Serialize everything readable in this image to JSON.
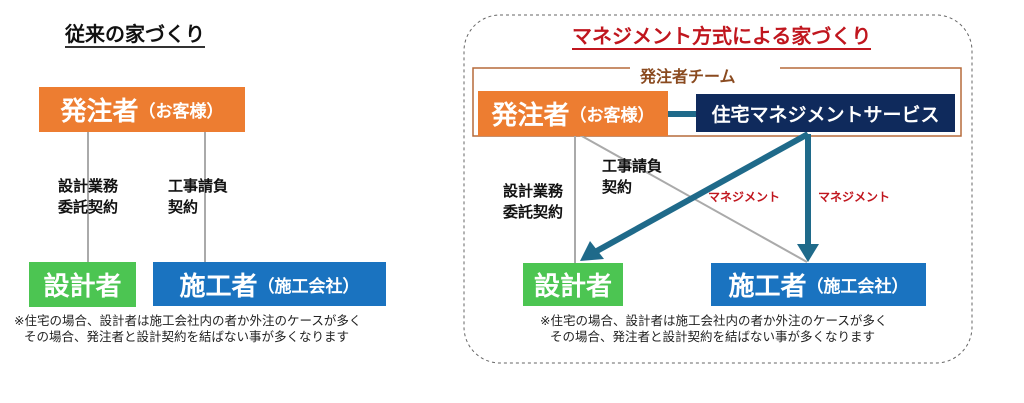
{
  "traditional": {
    "title": "従来の家づくり",
    "client_main": "発注者",
    "client_sub": "（お客様）",
    "design_contract": [
      "設計業務",
      "委託契約"
    ],
    "construction_contract": [
      "工事請負",
      "契約"
    ],
    "designer": "設計者",
    "builder_main": "施工者",
    "builder_sub": "（施工会社）",
    "note": [
      "※住宅の場合、設計者は施工会社内の者か外注のケースが多く",
      "その場合、発注者と設計契約を結ばない事が多くなります"
    ]
  },
  "management": {
    "title": "マネジメント方式による家づくり",
    "team_label": "発注者チーム",
    "client_main": "発注者",
    "client_sub": "（お客様）",
    "service": "住宅マネジメントサービス",
    "construction_contract": [
      "工事請負",
      "契約"
    ],
    "design_contract": [
      "設計業務",
      "委託契約"
    ],
    "management_label_1": "マネジメント",
    "management_label_2": "マネジメント",
    "designer": "設計者",
    "builder_main": "施工者",
    "builder_sub": "（施工会社）",
    "note": [
      "※住宅の場合、設計者は施工会社内の者か外注のケースが多く",
      "その場合、発注者と設計契約を結ばない事が多くなります"
    ]
  },
  "colors": {
    "client": "#ED7D31",
    "designer": "#4CC552",
    "builder": "#1A73C0",
    "service": "#0F2A5C",
    "arrow": "#1F6A8A",
    "title_red": "#C0161E",
    "team": "#8A4A1F"
  }
}
